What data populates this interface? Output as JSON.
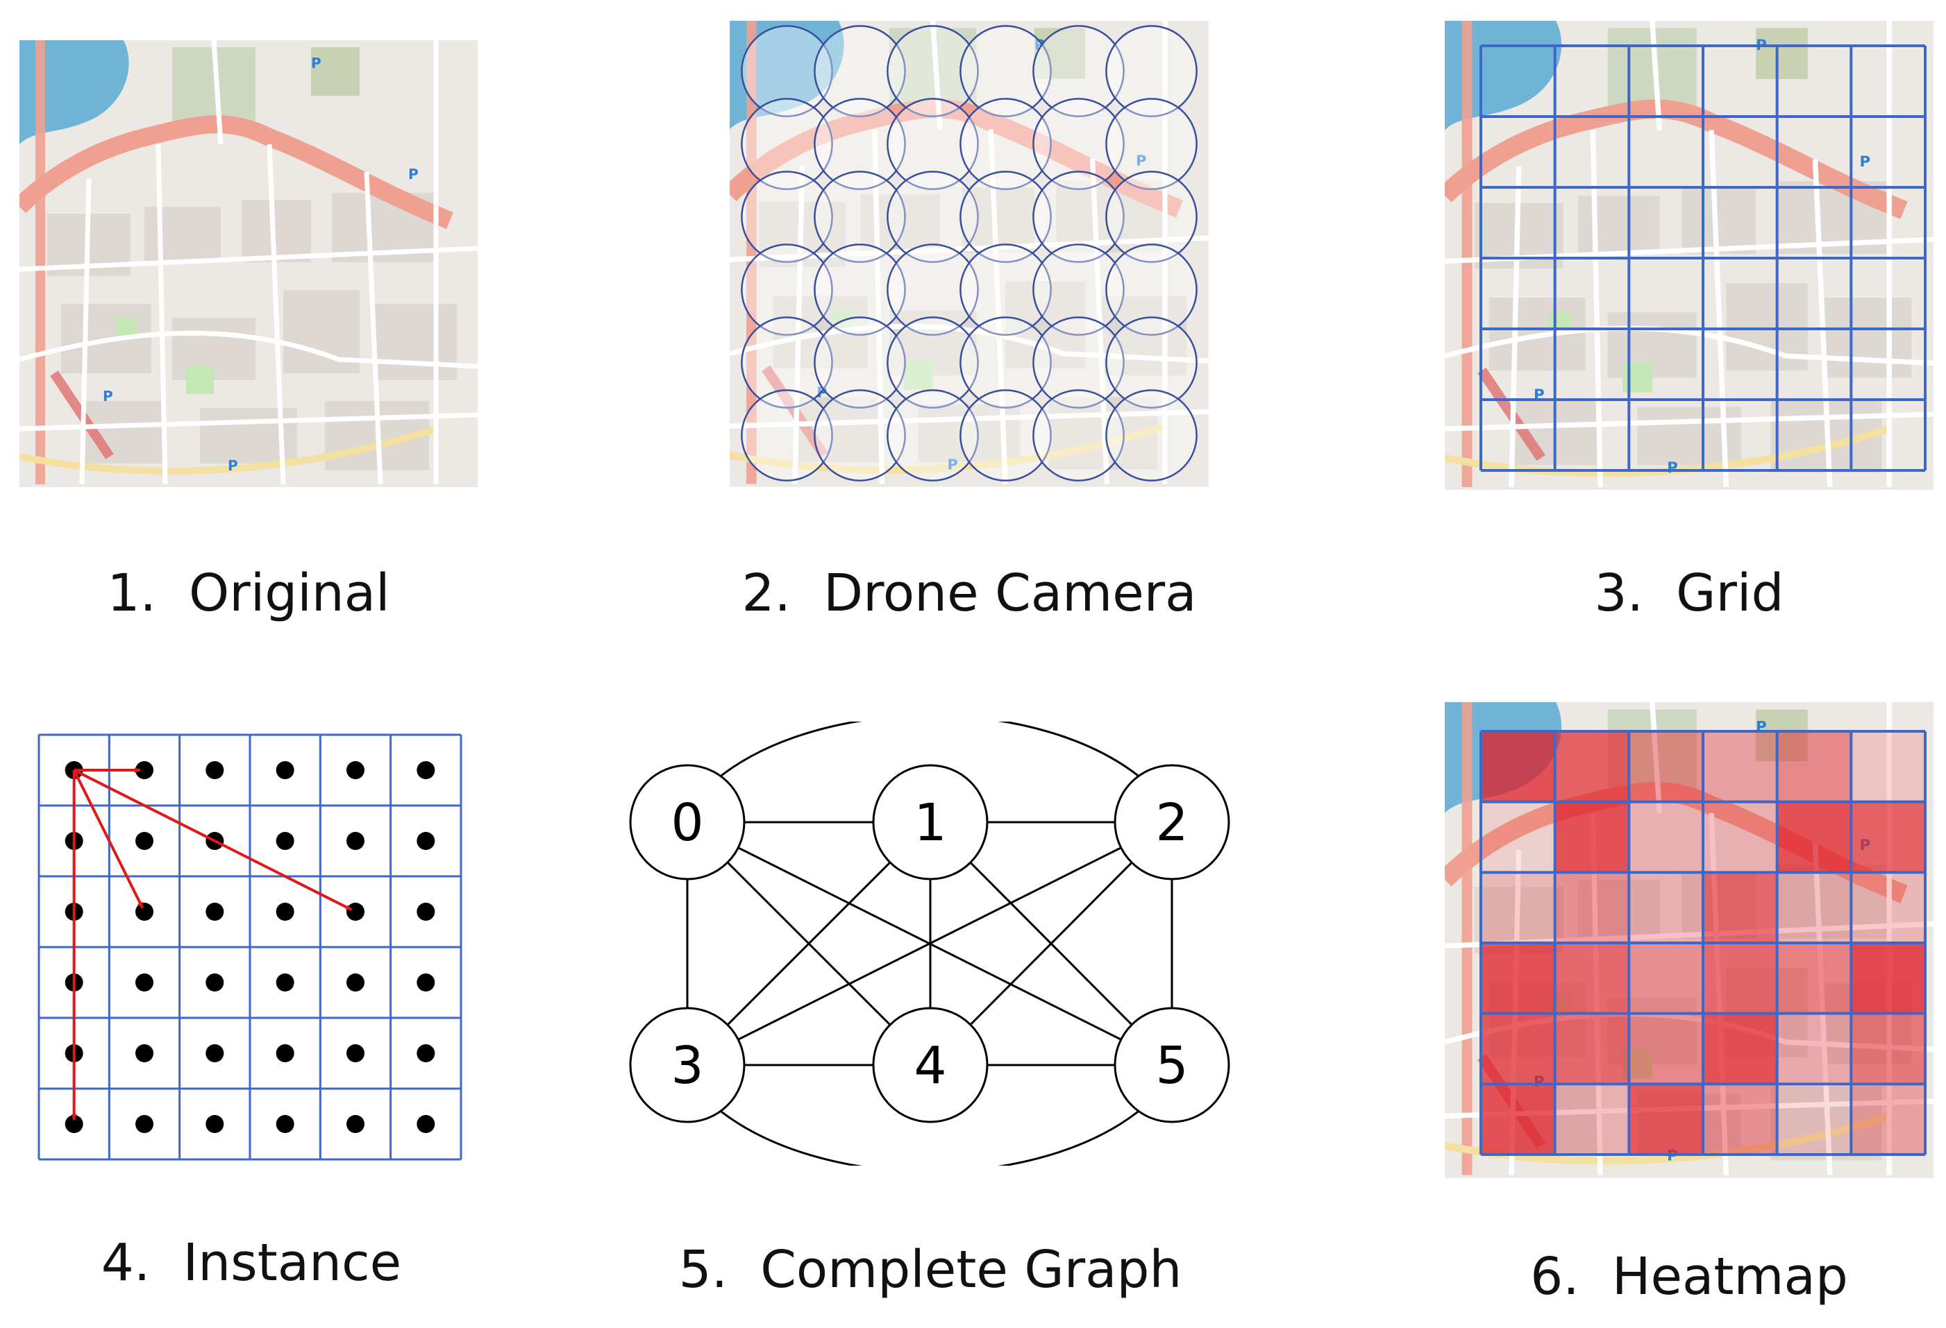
{
  "panels": [
    {
      "id": "original",
      "caption": "1.  Original"
    },
    {
      "id": "drone",
      "caption": "2.  Drone Camera"
    },
    {
      "id": "grid",
      "caption": "3.  Grid"
    },
    {
      "id": "instance",
      "caption": "4.  Instance"
    },
    {
      "id": "graph",
      "caption": "5.  Complete Graph"
    },
    {
      "id": "heatmap",
      "caption": "6.  Heatmap"
    }
  ],
  "map_labels": {
    "parking": "P"
  },
  "grid": {
    "rows": 6,
    "cols": 6
  },
  "drone_circles": {
    "rows": 6,
    "cols": 6
  },
  "instance": {
    "arrows_from": [
      0,
      0
    ],
    "arrows_to": [
      [
        0,
        1
      ],
      [
        2,
        1
      ],
      [
        2,
        4
      ],
      [
        5,
        0
      ]
    ]
  },
  "graph": {
    "nodes": [
      "0",
      "1",
      "2",
      "3",
      "4",
      "5"
    ],
    "edges": "all pairs"
  },
  "heatmap": {
    "intensity": [
      [
        0.85,
        0.75,
        0.45,
        0.35,
        0.5,
        0.12
      ],
      [
        0.05,
        0.85,
        0.25,
        0.25,
        0.85,
        0.75
      ],
      [
        0.2,
        0.45,
        0.25,
        0.7,
        0.25,
        0.2
      ],
      [
        0.85,
        0.7,
        0.45,
        0.7,
        0.55,
        0.9
      ],
      [
        0.8,
        0.7,
        0.5,
        0.85,
        0.3,
        0.6
      ],
      [
        0.85,
        0.25,
        0.8,
        0.45,
        0.1,
        0.35
      ]
    ]
  },
  "colors": {
    "grid_line": "#3f67c8",
    "circle": "#3a4f9c",
    "arrow": "#e01818",
    "heat": "#e0202a",
    "road": "#f0a090",
    "water": "#6fb3d6",
    "park": "#c5e6b5"
  }
}
